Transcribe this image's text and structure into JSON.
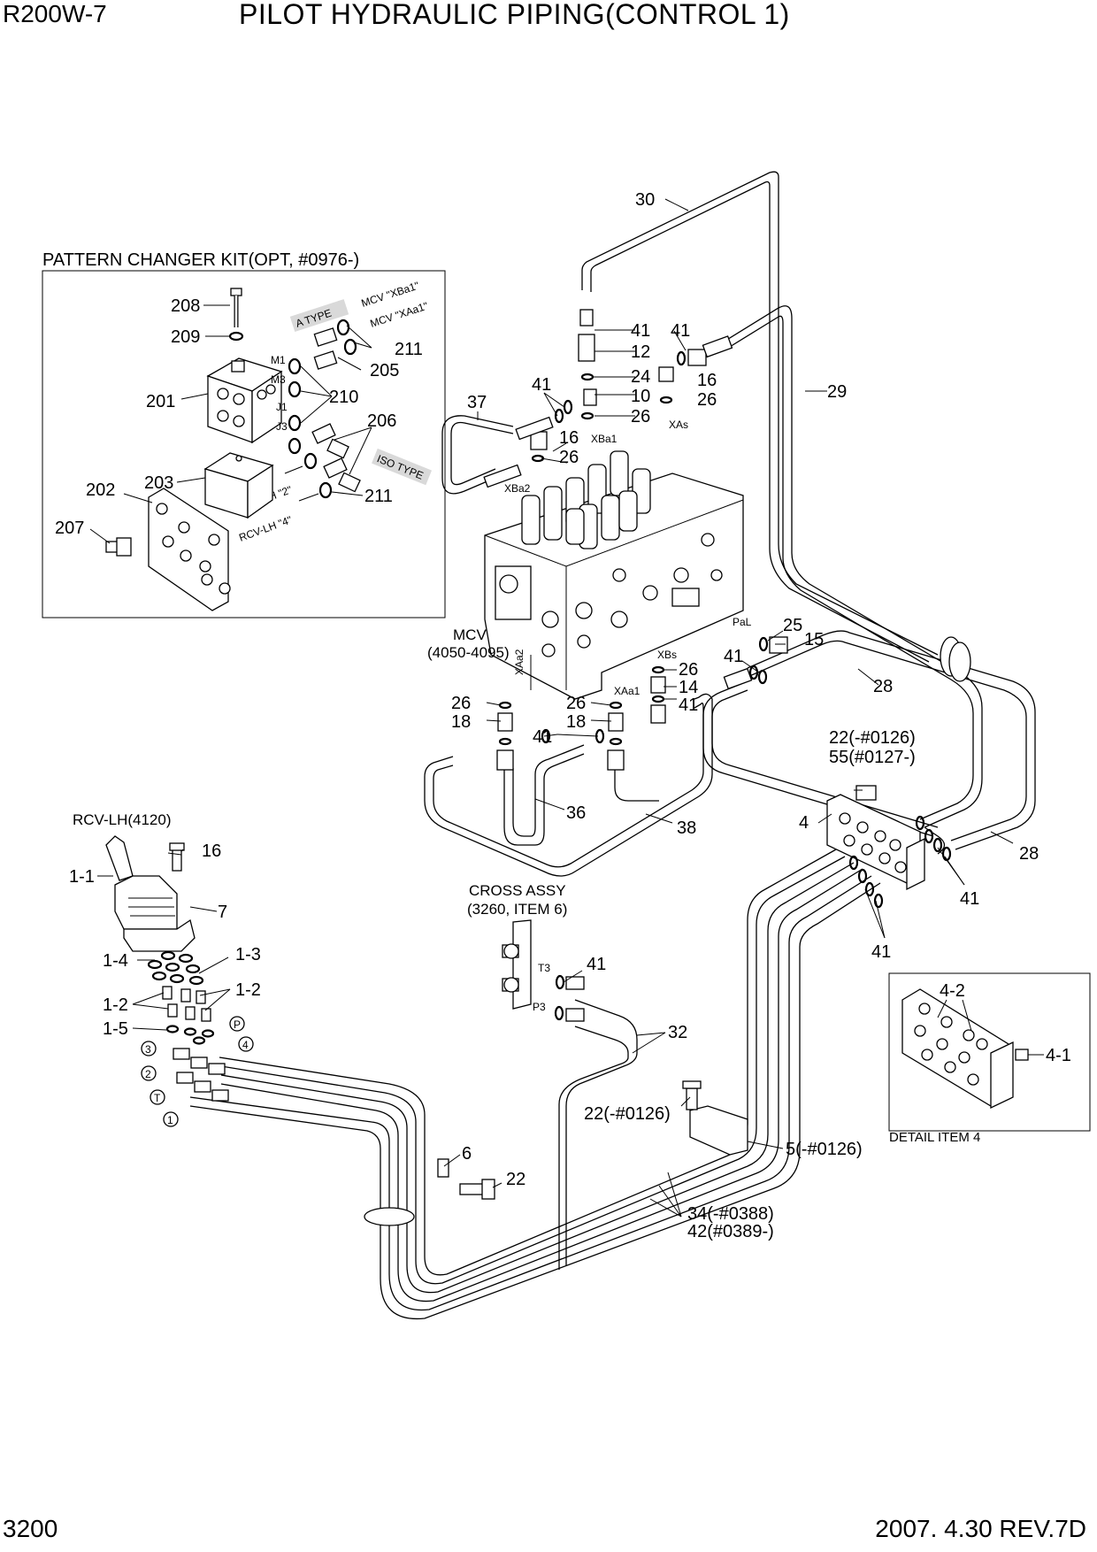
{
  "header": {
    "model": "R200W-7",
    "title": "PILOT HYDRAULIC PIPING(CONTROL 1)"
  },
  "footer": {
    "page_number": "3200",
    "revision": "2007. 4.30  REV.7D"
  },
  "kit": {
    "title": "PATTERN CHANGER KIT(OPT, #0976-)",
    "a_type": "A TYPE",
    "iso_type": "ISO TYPE",
    "mcv_xba1": "MCV \"XBa1\"",
    "mcv_xaa1": "MCV \"XAa1\"",
    "rcv_lh_2": "RCV-LH \"2\"",
    "rcv_lh_4": "RCV-LH \"4\"",
    "ports": [
      "M1",
      "M3",
      "J1",
      "J3"
    ],
    "parts": [
      "208",
      "209",
      "201",
      "205",
      "211",
      "210",
      "206",
      "203",
      "202",
      "207",
      "211"
    ]
  },
  "mcv": {
    "label": "MCV",
    "range": "(4050-4095)",
    "ports": [
      "XBa1",
      "XBa2",
      "XAs",
      "PaL",
      "XBs",
      "XAa2",
      "XAa1"
    ]
  },
  "rcv": {
    "label": "RCV-LH(4120)",
    "port_marks": [
      "3",
      "2",
      "T",
      "1",
      "P",
      "4"
    ]
  },
  "cross_assy": {
    "label": "CROSS ASSY",
    "ref": "(3260, ITEM 6)",
    "ports": [
      "T3",
      "P3"
    ]
  },
  "detail": {
    "caption": "DETAIL ITEM 4",
    "parts": [
      "4-2",
      "4-1"
    ]
  },
  "callouts": {
    "c30": "30",
    "c29": "29",
    "c37": "37",
    "c12": "12",
    "c24": "24",
    "c10": "10",
    "c16a": "16",
    "c26a": "26",
    "c16b": "16",
    "c26b": "26",
    "c26c": "26",
    "c41a": "41",
    "c41b": "41",
    "c41c": "41",
    "c25": "25",
    "c15": "15",
    "c41d": "41",
    "c28a": "28",
    "c26d": "26",
    "c14": "14",
    "c41e": "41",
    "c26e": "26",
    "c18a": "18",
    "c26f": "26",
    "c18b": "18",
    "c41f": "41",
    "c36": "36",
    "c38": "38",
    "c22a": "22(-#0126)",
    "c55": "55(#0127-)",
    "c4": "4",
    "c28b": "28",
    "c41g": "41",
    "c41h": "41",
    "c16c": "16",
    "c11": "1-1",
    "c7": "7",
    "c14r": "1-4",
    "c13": "1-3",
    "c12a": "1-2",
    "c12b": "1-2",
    "c15r": "1-5",
    "c41i": "41",
    "c32": "32",
    "c22b": "22(-#0126)",
    "c5": "5(-#0126)",
    "c6": "6",
    "c22c": "22",
    "c34": "34(-#0388)",
    "c42": "42(#0389-)"
  }
}
